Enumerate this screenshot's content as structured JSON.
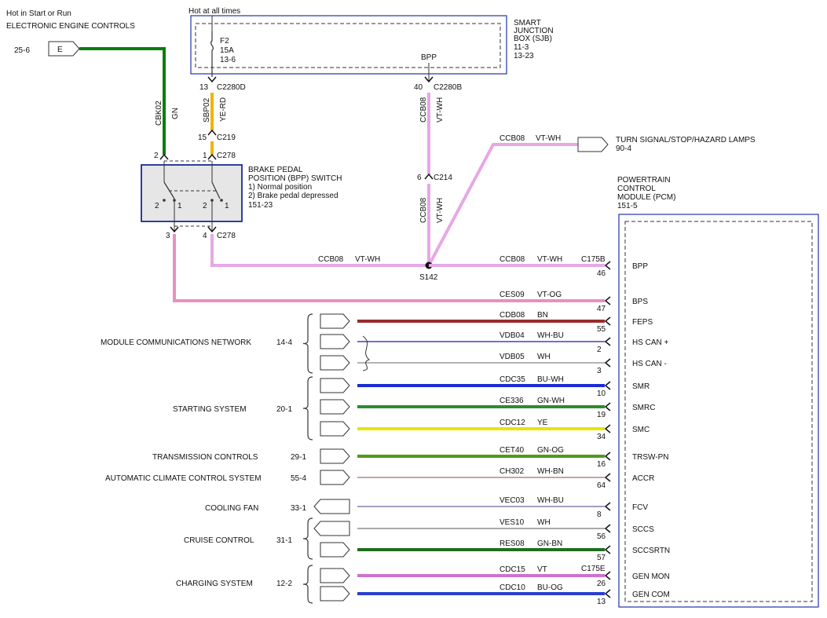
{
  "header": {
    "hot_line1": "Hot in Start or Run",
    "hot_line2": "ELECTRONIC ENGINE CONTROLS",
    "e_ref": "25-6",
    "e_label": "E",
    "hot_at_all_times": "Hot at all times"
  },
  "sjb": {
    "title_lines": [
      "SMART",
      "JUNCTION",
      "BOX (SJB)",
      "11-3",
      "13-23"
    ],
    "fuse": {
      "name": "F2",
      "rating": "15A",
      "ref": "13-6"
    },
    "bpp_label": "BPP"
  },
  "connectors": {
    "c2280d": "C2280D",
    "c2280d_pin": "13",
    "c2280b": "C2280B",
    "c2280b_pin": "40",
    "c219": "C219",
    "c219_pin": "15",
    "c278": "C278",
    "c278_pin_top1": "2",
    "c278_pin_top2": "1",
    "c278_pin_bot1": "3",
    "c278_pin_bot2": "4",
    "c214": "C214",
    "c214_pin": "6",
    "s142": "S142",
    "c175b": "C175B",
    "c175e": "C175E"
  },
  "wires_top": {
    "cbk02": "CBK02",
    "gn": "GN",
    "sbp02": "SBP02",
    "ye_rd": "YE-RD",
    "ccb08": "CCB08",
    "vt_wh": "VT-WH"
  },
  "bpp_switch": {
    "title_lines": [
      "BRAKE PEDAL",
      "POSITION (BPP) SWITCH",
      "1) Normal position",
      "2) Brake pedal depressed",
      "151-23"
    ],
    "pos_labels": [
      "2",
      "1",
      "2",
      "1"
    ]
  },
  "turn_signal": {
    "label": "TURN SIGNAL/STOP/HAZARD LAMPS",
    "ref": "90-4"
  },
  "pcm": {
    "title_lines": [
      "POWERTRAIN",
      "CONTROL",
      "MODULE (PCM)",
      "151-5"
    ]
  },
  "groups": [
    {
      "name": "MODULE COMMUNICATIONS NETWORK",
      "ref": "14-4"
    },
    {
      "name": "STARTING SYSTEM",
      "ref": "20-1"
    },
    {
      "name": "TRANSMISSION CONTROLS",
      "ref": "29-1"
    },
    {
      "name": "AUTOMATIC CLIMATE CONTROL SYSTEM",
      "ref": "55-4"
    },
    {
      "name": "COOLING FAN",
      "ref": "33-1"
    },
    {
      "name": "CRUISE CONTROL",
      "ref": "31-1"
    },
    {
      "name": "CHARGING SYSTEM",
      "ref": "12-2"
    }
  ],
  "circuits": [
    {
      "circuit": "CCB08",
      "color": "VT-WH",
      "pin": "46",
      "signal": "BPP",
      "hex": "#e6a8e6"
    },
    {
      "circuit": "CES09",
      "color": "VT-OG",
      "pin": "47",
      "signal": "BPS",
      "hex": "#e890c0"
    },
    {
      "circuit": "CDB08",
      "color": "BN",
      "pin": "55",
      "signal": "FEPS",
      "hex": "#9b2a2a"
    },
    {
      "circuit": "VDB04",
      "color": "WH-BU",
      "pin": "2",
      "signal": "HS CAN +",
      "hex": "#4040c0"
    },
    {
      "circuit": "VDB05",
      "color": "WH",
      "pin": "3",
      "signal": "HS CAN -",
      "hex": "#999999"
    },
    {
      "circuit": "CDC35",
      "color": "BU-WH",
      "pin": "10",
      "signal": "SMR",
      "hex": "#1a2bd6"
    },
    {
      "circuit": "CE336",
      "color": "GN-WH",
      "pin": "19",
      "signal": "SMRC",
      "hex": "#2e8b2e"
    },
    {
      "circuit": "CDC12",
      "color": "YE",
      "pin": "34",
      "signal": "SMC",
      "hex": "#e6e600"
    },
    {
      "circuit": "CET40",
      "color": "GN-OG",
      "pin": "16",
      "signal": "TRSW-PN",
      "hex": "#4e9a1e"
    },
    {
      "circuit": "CH302",
      "color": "WH-BN",
      "pin": "64",
      "signal": "ACCR",
      "hex": "#d9a3a3"
    },
    {
      "circuit": "VEC03",
      "color": "WH-BU",
      "pin": "8",
      "signal": "FCV",
      "hex": "#9898d8"
    },
    {
      "circuit": "VES10",
      "color": "WH",
      "pin": "56",
      "signal": "SCCS",
      "hex": "#aaaaaa"
    },
    {
      "circuit": "RES08",
      "color": "GN-BN",
      "pin": "57",
      "signal": "SCCSRTN",
      "hex": "#1f6e1f"
    },
    {
      "circuit": "CDC15",
      "color": "VT",
      "pin": "26",
      "signal": "GEN MON",
      "hex": "#d070d0"
    },
    {
      "circuit": "CDC10",
      "color": "BU-OG",
      "pin": "13",
      "signal": "GEN COM",
      "hex": "#2a3fd0"
    }
  ],
  "colors": {
    "gn": "#0b7d0b",
    "ye_rd": "#f0b400",
    "vt_wh": "#e6a8e6",
    "vt_og": "#e890c0",
    "box_blue": "#2233aa",
    "bpp_box": "#1a2a9a"
  }
}
